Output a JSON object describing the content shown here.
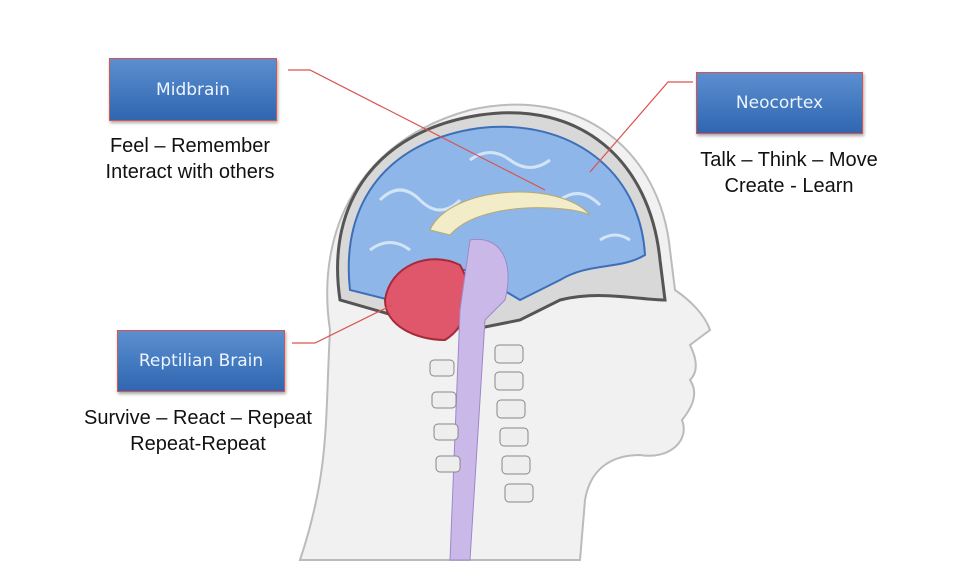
{
  "labels": {
    "midbrain": {
      "title": "Midbrain",
      "lines": [
        "Feel – Remember",
        "Interact with others"
      ]
    },
    "neocortex": {
      "title": "Neocortex",
      "lines": [
        "Talk – Think – Move",
        "Create - Learn"
      ]
    },
    "reptilian": {
      "title": "Reptilian Brain",
      "lines": [
        "Survive – React – Repeat",
        "Repeat-Repeat"
      ]
    }
  },
  "colors": {
    "box": "#3a74bf",
    "border": "#d9534f",
    "leader": "#d9534f",
    "cortex": "#8fb6e8",
    "cerebellum": "#e0566a",
    "brainstem": "#c9b8e8"
  }
}
